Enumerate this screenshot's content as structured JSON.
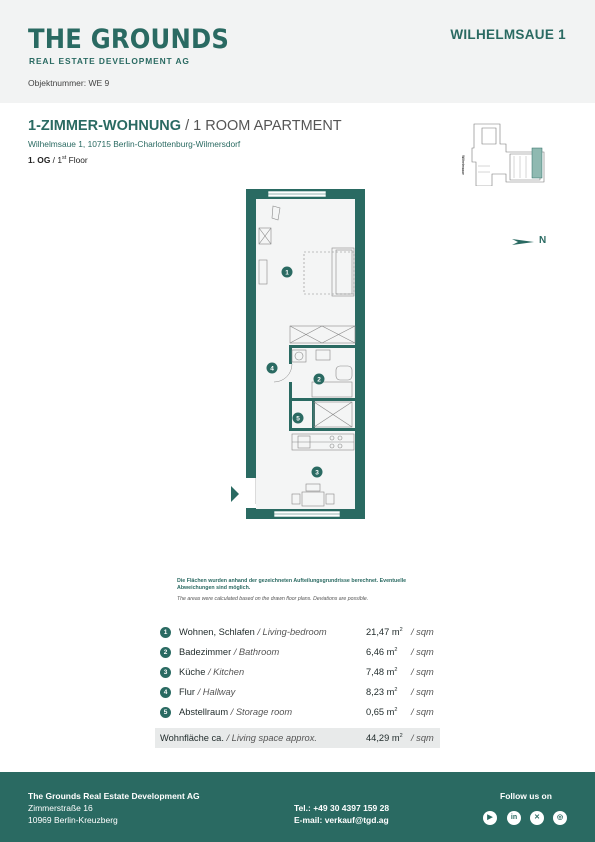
{
  "header": {
    "brand": "THE GROUNDS",
    "brand_sub": "REAL ESTATE DEVELOPMENT AG",
    "object_number": "Objektnummer: WE 9",
    "property": "WILHELMSAUE 1"
  },
  "apartment": {
    "title_de": "1-ZIMMER-WOHNUNG",
    "title_sep": " / ",
    "title_en": "1 ROOM APARTMENT",
    "address": "Wilhelmsaue 1, 10715 Berlin-Charlottenburg-Wilmersdorf",
    "floor_de": "1. OG",
    "floor_sep": " / ",
    "floor_num": "1",
    "floor_sup": "st",
    "floor_en": " Floor"
  },
  "siteplan": {
    "street_label": "Wilhelmsaue"
  },
  "north_label": "N",
  "plan_labels": [
    "1",
    "2",
    "3",
    "4",
    "5"
  ],
  "note": {
    "de": "Die Flächen wurden anhand der gezeichneten Aufteilungsgrundrisse berechnet. Eventuelle Abweichungen sind möglich.",
    "en": "The areas were calculated based on the drawn floor plans. Deviations are possible."
  },
  "rooms": [
    {
      "num": "1",
      "name_de": "Wohnen, Schlafen",
      "name_en": " / Living-bedroom",
      "area": "21,47 m",
      "sup": "2",
      "unit": " / sqm"
    },
    {
      "num": "2",
      "name_de": "Badezimmer",
      "name_en": " / Bathroom",
      "area": "6,46 m",
      "sup": "2",
      "unit": " / sqm"
    },
    {
      "num": "3",
      "name_de": "Küche",
      "name_en": " / Kitchen",
      "area": "7,48 m",
      "sup": "2",
      "unit": " / sqm"
    },
    {
      "num": "4",
      "name_de": "Flur",
      "name_en": " / Hallway",
      "area": "8,23 m",
      "sup": "2",
      "unit": " / sqm"
    },
    {
      "num": "5",
      "name_de": "Abstellraum",
      "name_en": " / Storage room",
      "area": "0,65 m",
      "sup": "2",
      "unit": " / sqm"
    }
  ],
  "total": {
    "name_de": "Wohnfläche ca.",
    "name_en": " / Living space approx.",
    "area": "44,29 m",
    "sup": "2",
    "unit": " / sqm"
  },
  "footer": {
    "company": "The Grounds Real Estate Development AG",
    "street": "Zimmerstraße 16",
    "city": "10969 Berlin-Kreuzberg",
    "tel": "Tel.: +49 30 4397 159 28",
    "email": "E-mail: verkauf@tgd.ag",
    "follow": "Follow us on",
    "socials": [
      {
        "name": "youtube-icon",
        "glyph": "▶"
      },
      {
        "name": "linkedin-icon",
        "glyph": "in"
      },
      {
        "name": "xing-icon",
        "glyph": "✕"
      },
      {
        "name": "instagram-icon",
        "glyph": "◎"
      }
    ]
  },
  "colors": {
    "brand": "#2a6a62",
    "header_bg": "#f2f3f3",
    "total_bg": "#e8eaea"
  }
}
